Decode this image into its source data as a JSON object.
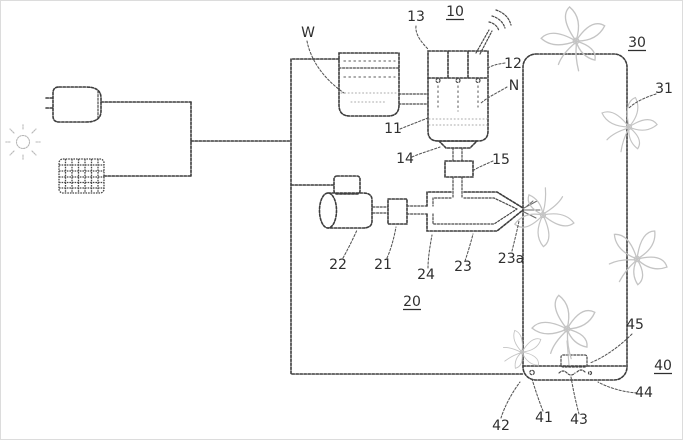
{
  "figure": {
    "background": "#ffffff",
    "line_color": "#3d3d3d",
    "sketch_color": "#c4c4c4",
    "label_color": "#2f2f2f",
    "labels": {
      "w": "W",
      "ref10": "10",
      "ref11": "11",
      "ref12": "12",
      "ref13": "13",
      "n": "N",
      "ref14": "14",
      "ref15": "15",
      "ref20": "20",
      "ref21": "21",
      "ref22": "22",
      "ref23": "23",
      "ref23a": "23a",
      "ref24": "24",
      "ref30": "30",
      "ref31": "31",
      "ref40": "40",
      "ref41": "41",
      "ref42": "42",
      "ref43": "43",
      "ref44": "44",
      "ref45": "45"
    },
    "underlined_refs": [
      "10",
      "20",
      "30",
      "40"
    ],
    "components": [
      "sun-icon",
      "power-plug-icon",
      "solar-panel-grid-icon",
      "water-tank",
      "dosing-unit",
      "wireless-signal-icon",
      "discharge-funnel",
      "valve-box",
      "pump-motor",
      "coupling-box",
      "spray-duct",
      "spray-nozzle-tip",
      "grow-chamber",
      "drain-tray",
      "tray-module",
      "flower-sketches"
    ]
  }
}
